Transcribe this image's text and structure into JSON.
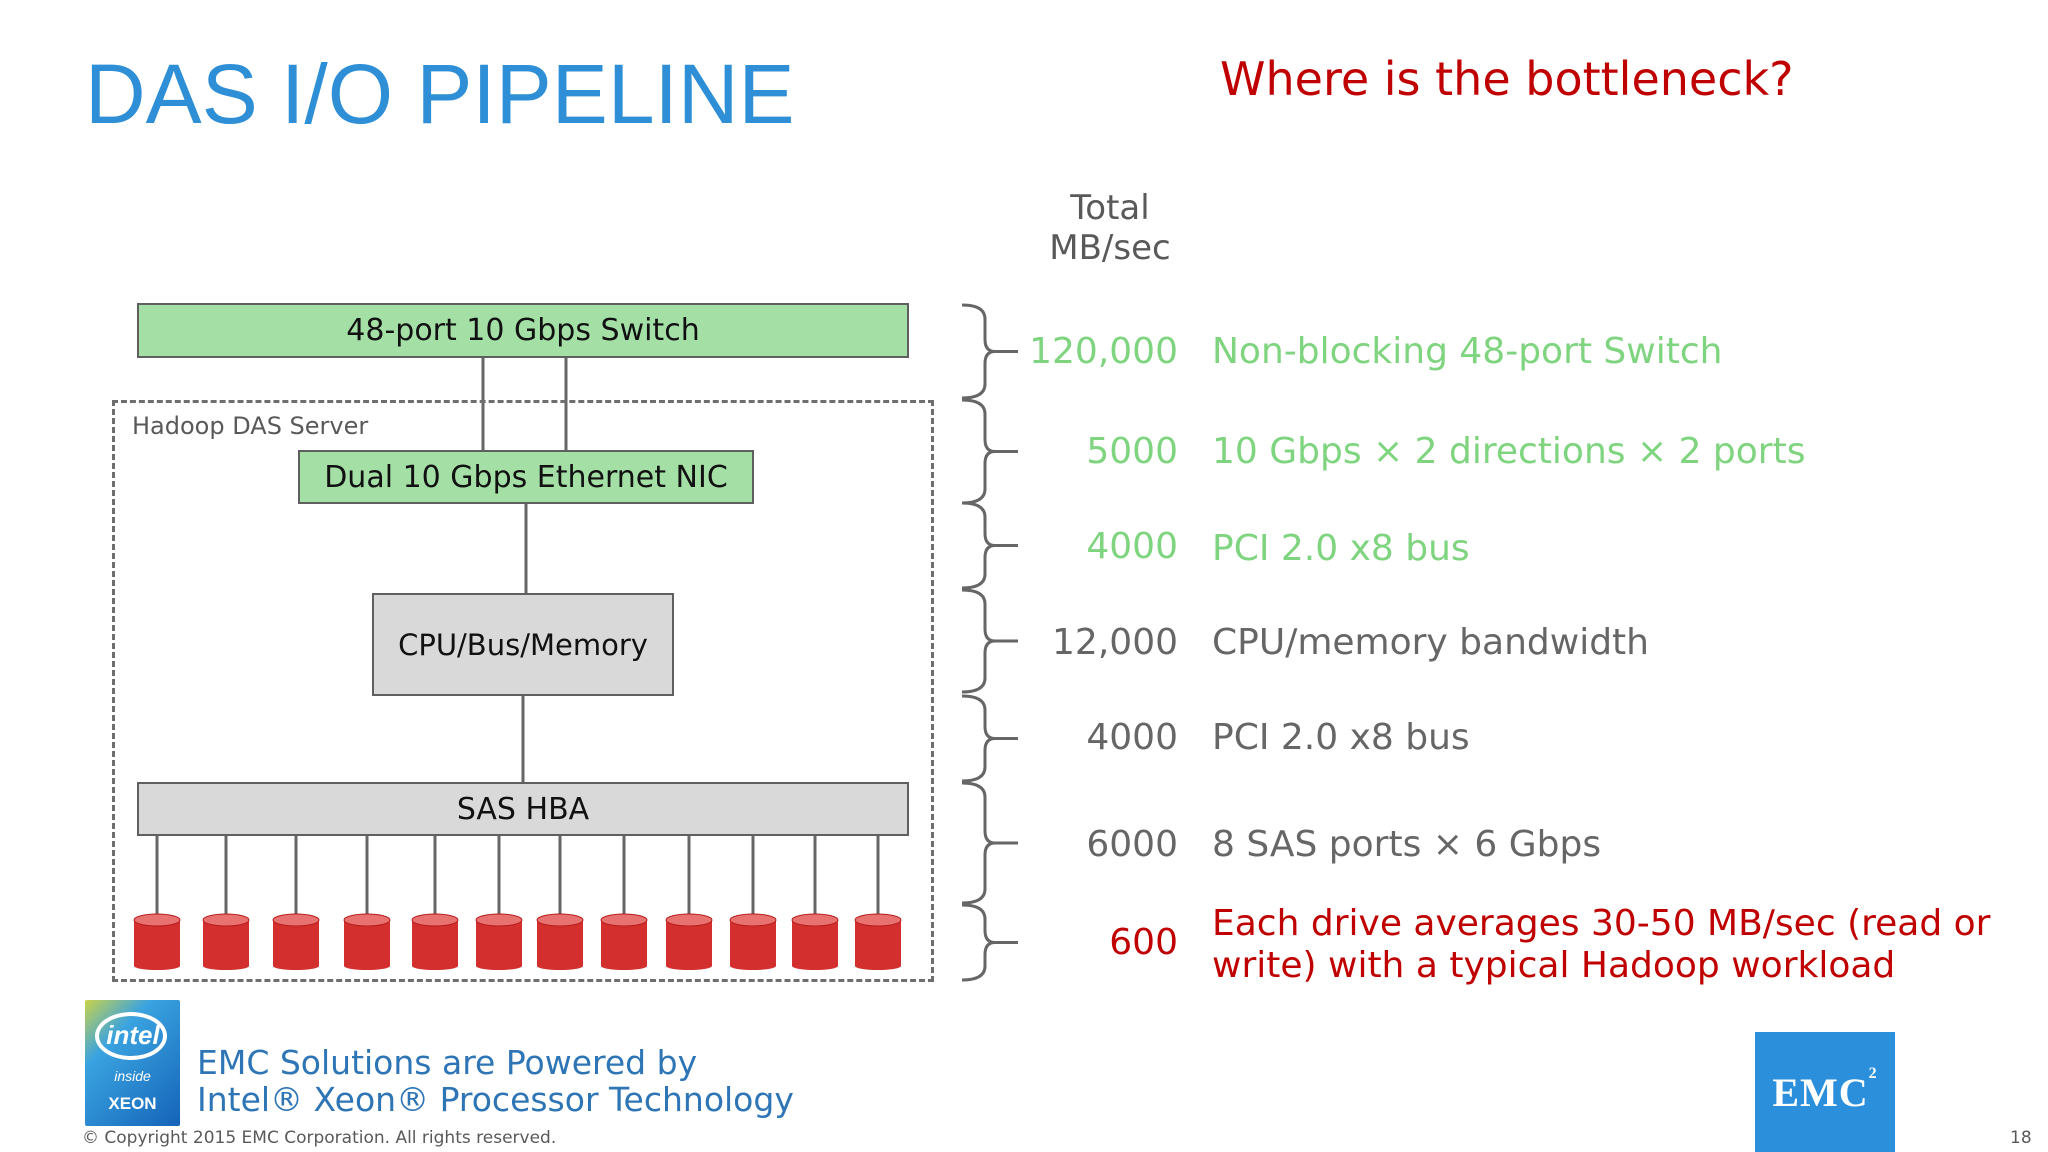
{
  "slide": {
    "title": "DAS I/O PIPELINE",
    "question": "Where is the bottleneck?",
    "question_color": "#c00000",
    "title_color": "#2e8fd6"
  },
  "column_header": {
    "line1": "Total",
    "line2": "MB/sec"
  },
  "diagram": {
    "switch_label": "48-port 10 Gbps Switch",
    "server_label": "Hadoop DAS Server",
    "nic_label": "Dual 10 Gbps Ethernet NIC",
    "cpu_label": "CPU/Bus/Memory",
    "hba_label": "SAS HBA",
    "drive_count": 12,
    "colors": {
      "green_box": "#a4e0a6",
      "gray_box": "#d9d9d9",
      "drive": "#d32f2f"
    }
  },
  "pipeline_rows": [
    {
      "value": "120,000",
      "description": "Non-blocking 48-port Switch",
      "color": "#7fd47f"
    },
    {
      "value": "5000",
      "description": "10 Gbps × 2 directions × 2 ports",
      "color": "#7fd47f"
    },
    {
      "value": "4000",
      "description": "PCI 2.0 x8 bus",
      "color": "#7fd47f"
    },
    {
      "value": "12,000",
      "description": "CPU/memory bandwidth",
      "color": "#666666"
    },
    {
      "value": "4000",
      "description": "PCI 2.0 x8 bus",
      "color": "#666666"
    },
    {
      "value": "6000",
      "description": "8 SAS ports × 6 Gbps",
      "color": "#666666"
    },
    {
      "value": "600",
      "description_line1": "Each drive averages 30-50 MB/sec (read or",
      "description_line2": "write) with a typical Hadoop workload",
      "color": "#c00000"
    }
  ],
  "footer": {
    "intel_word": "intel",
    "intel_inside": "inside",
    "intel_xeon": "XEON",
    "powered_line1": "EMC Solutions are Powered by",
    "powered_line2": "Intel® Xeon® Processor Technology",
    "copyright": "© Copyright 2015 EMC Corporation. All rights reserved.",
    "page_number": "18",
    "emc_logo_text": "EMC",
    "emc_logo_sup": "2"
  }
}
